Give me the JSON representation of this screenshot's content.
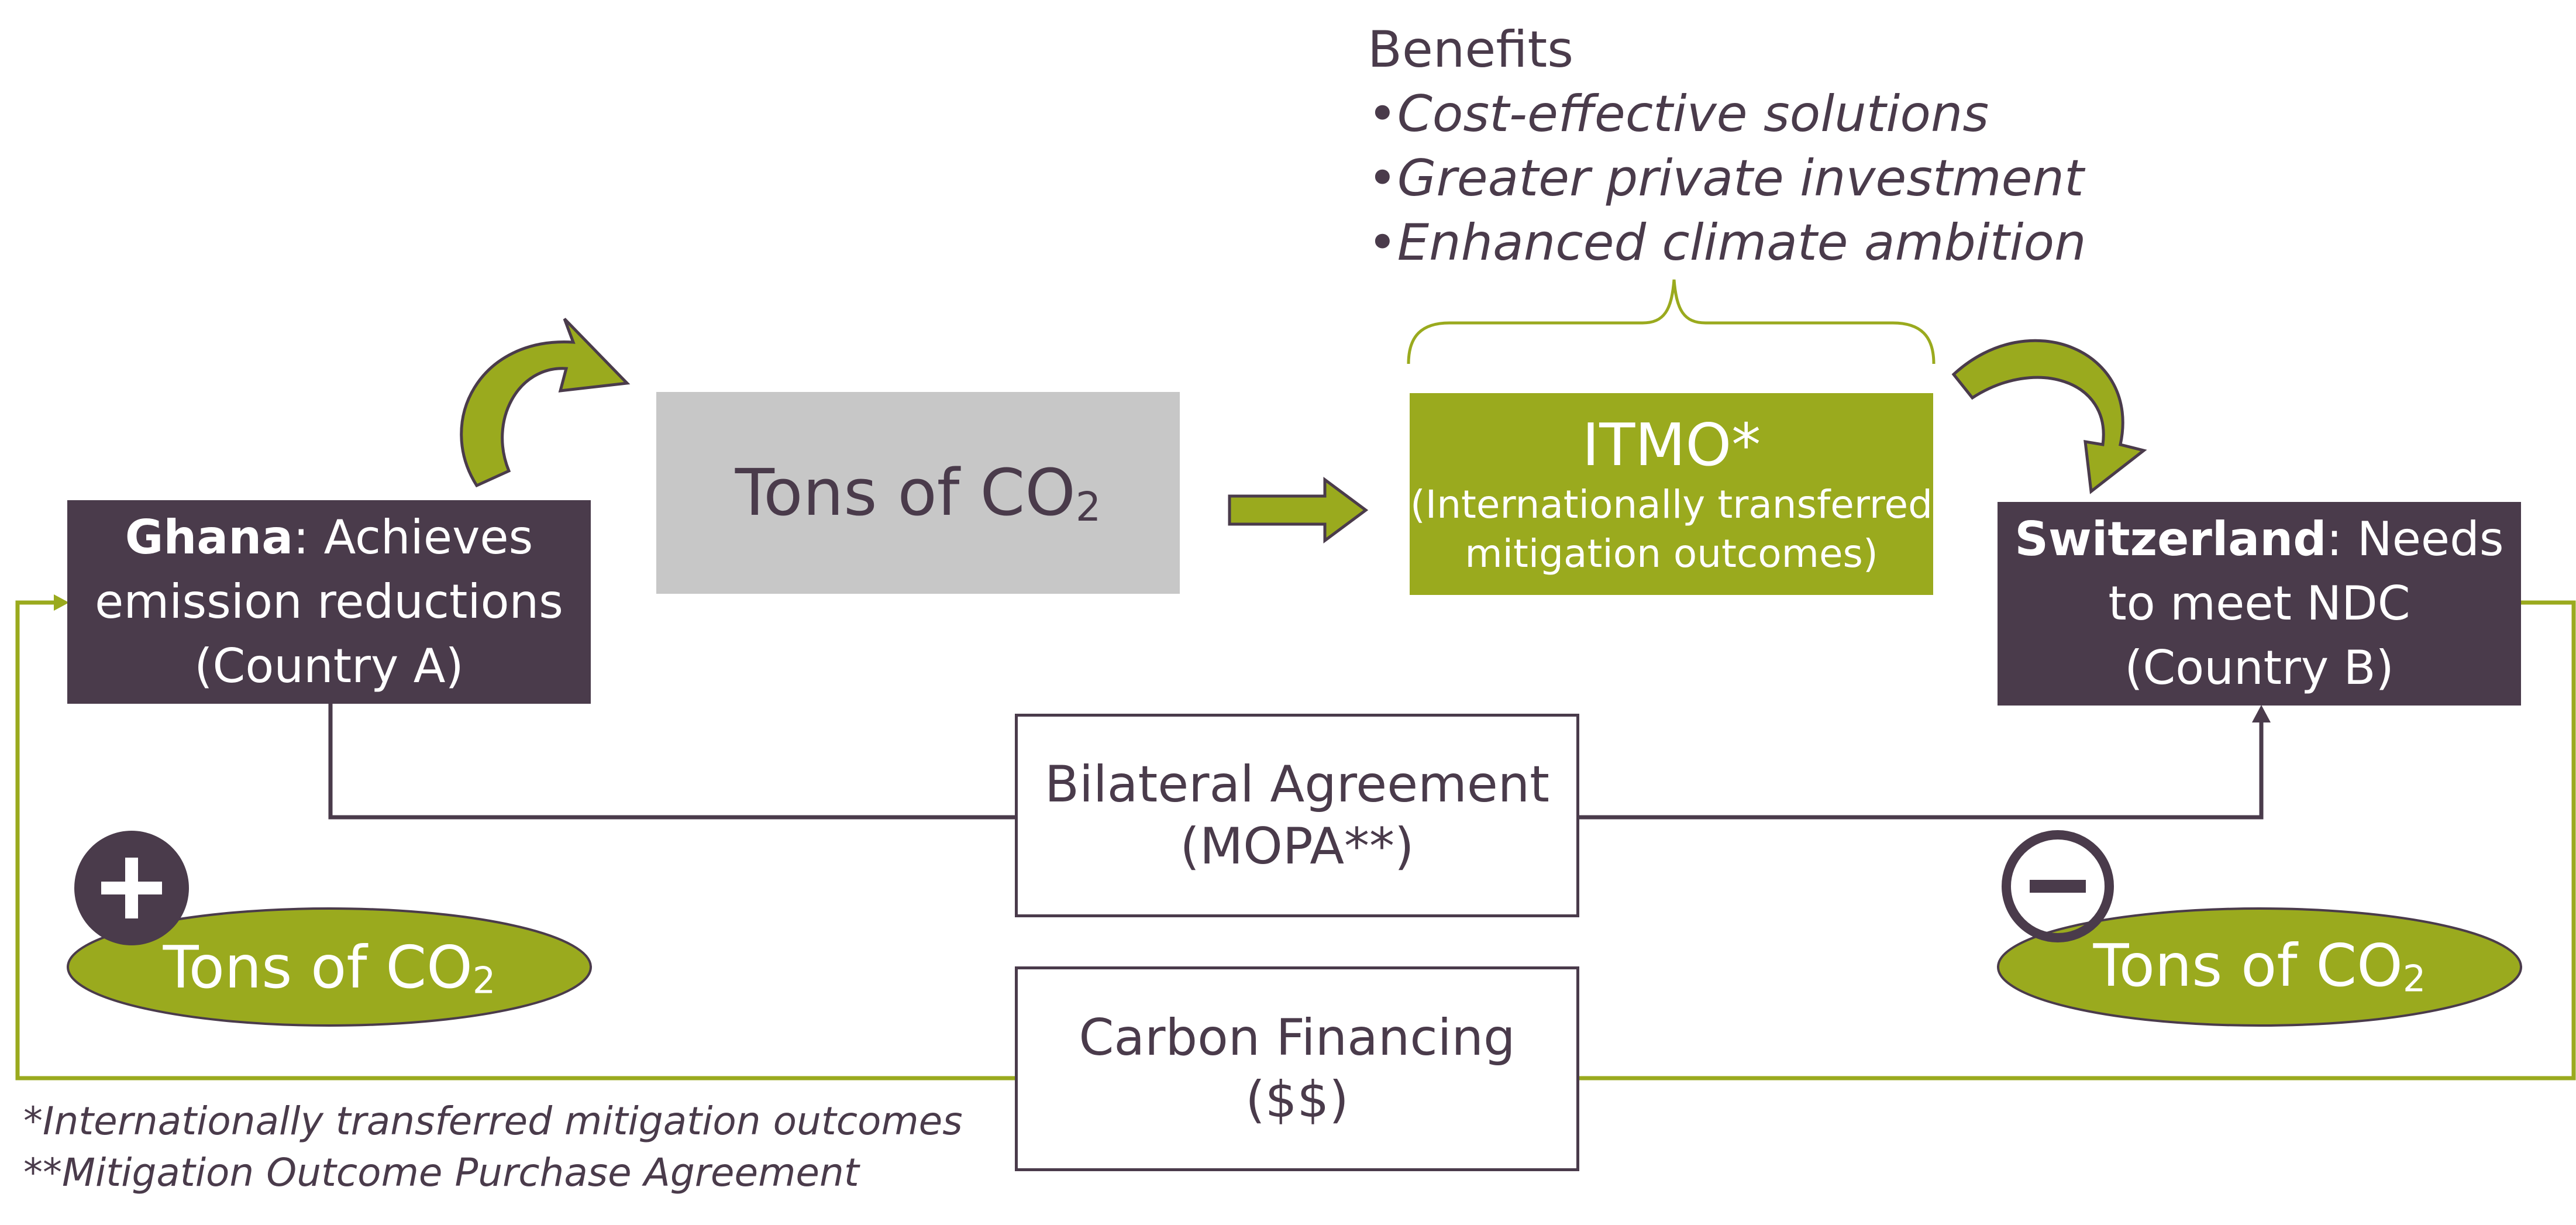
{
  "benefits": {
    "title": "Benefits",
    "bullet": "•",
    "items": [
      "Cost-effective solutions",
      "Greater private investment",
      "Enhanced climate ambition"
    ]
  },
  "ghana": {
    "name": "Ghana",
    "rest": ": Achieves",
    "line2": "emission reductions",
    "line3": "(Country A)"
  },
  "tons_center": {
    "text": "Tons of CO",
    "sub": "2"
  },
  "itmo": {
    "title": "ITMO*",
    "line1": "(Internationally transferred",
    "line2": "mitigation outcomes)"
  },
  "switzerland": {
    "name": "Switzerland",
    "rest": ": Needs",
    "line2": "to meet NDC",
    "line3": "(Country B)"
  },
  "bilateral": {
    "line1": "Bilateral Agreement",
    "line2": "(MOPA**)"
  },
  "carbon": {
    "line1": "Carbon Financing",
    "line2": "($$)"
  },
  "tons_left": {
    "text": "Tons of CO",
    "sub": "2"
  },
  "tons_right": {
    "text": "Tons of CO",
    "sub": "2"
  },
  "footnotes": {
    "note1": "*Internationally transferred mitigation outcomes",
    "note2": "**Mitigation Outcome Purchase Agreement"
  },
  "colors": {
    "dark": "#4a3b4b",
    "green": "#9aaa1e",
    "gray": "#c7c7c7"
  }
}
